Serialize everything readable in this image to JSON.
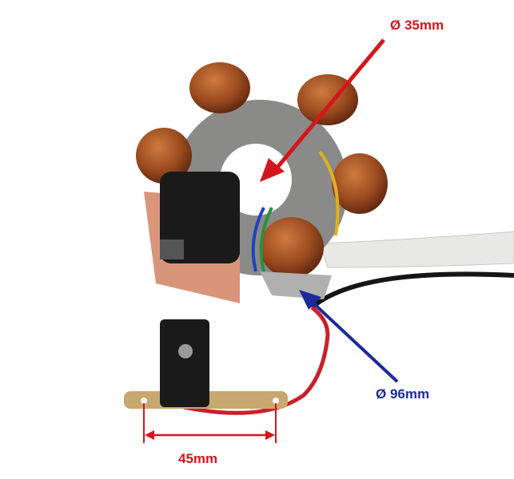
{
  "annotations": {
    "inner_diameter": {
      "text": "Ø 35mm",
      "color": "#d4161c"
    },
    "outer_diameter": {
      "text": "Ø 96mm",
      "color": "#1c2a9a"
    },
    "bracket_spacing": {
      "text": "45mm",
      "color": "#d4161c"
    }
  },
  "colors": {
    "copper_coil": "#9a4a1e",
    "plate": "#d9957a",
    "housing": "#1a1a1a"
  }
}
